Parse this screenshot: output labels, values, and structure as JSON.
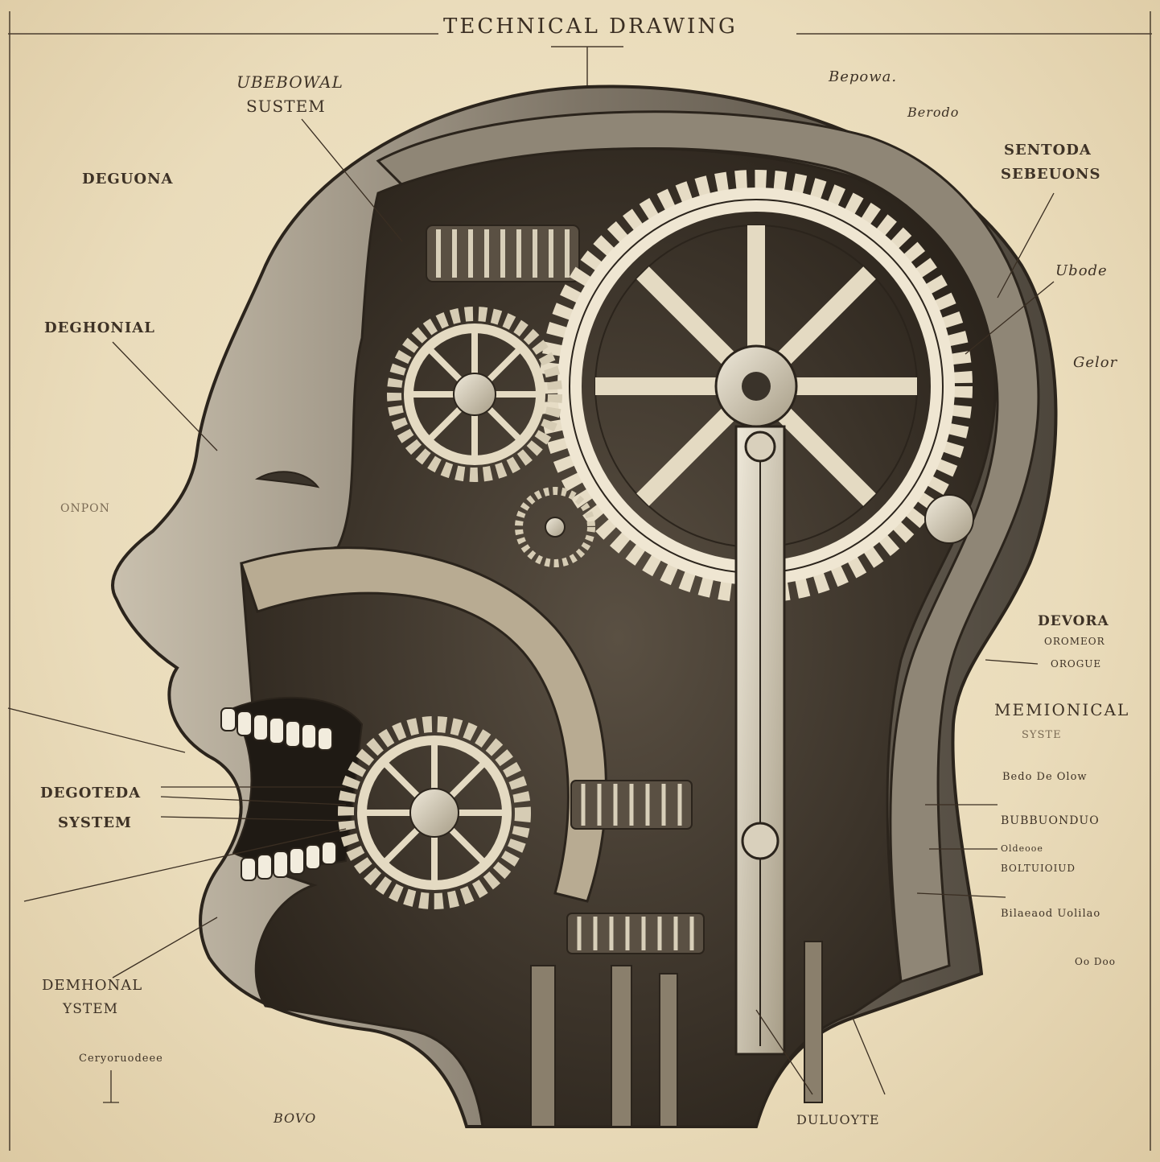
{
  "title": "TECHNICAL DRAWING",
  "labels": {
    "top_left_1": "UBEBOWAL",
    "top_left_2": "SUSTEM",
    "top_right_1": "Bepowa.",
    "top_right_2": "Berodo",
    "left_1": "DEGUONA",
    "right_1a": "SENTODA",
    "right_1b": "SEBEUONS",
    "right_2": "Ubode",
    "left_2": "DEGHONIAL",
    "right_3": "Gelor",
    "left_3": "ONPON",
    "right_4a": "DEVORA",
    "right_4b": "OROMEOR",
    "right_4c": "OROGUE",
    "right_5a": "MEMIONICAL",
    "right_5b": "SYSTE",
    "left_4a": "DEGOTEDA",
    "left_4b": "SYSTEM",
    "right_6": "Bedo De Olow",
    "right_7": "BUBBUONDUO",
    "right_8": "Oldeooe",
    "right_9": "BOLTUIOIUD",
    "right_10": "Bilaeaod Uolilao",
    "right_11": "Oo Doo",
    "left_5a": "DEMHONAL",
    "left_5b": "YSTEM",
    "left_6": "Ceryoruodeee",
    "bottom_1": "BOVO",
    "bottom_2": "DULUOYTE"
  },
  "colors": {
    "paper": "#efe3c6",
    "ink": "#3a2e22",
    "skin": "#6e6457",
    "metal": "#d9d0bc",
    "shadow": "#2b241c"
  }
}
